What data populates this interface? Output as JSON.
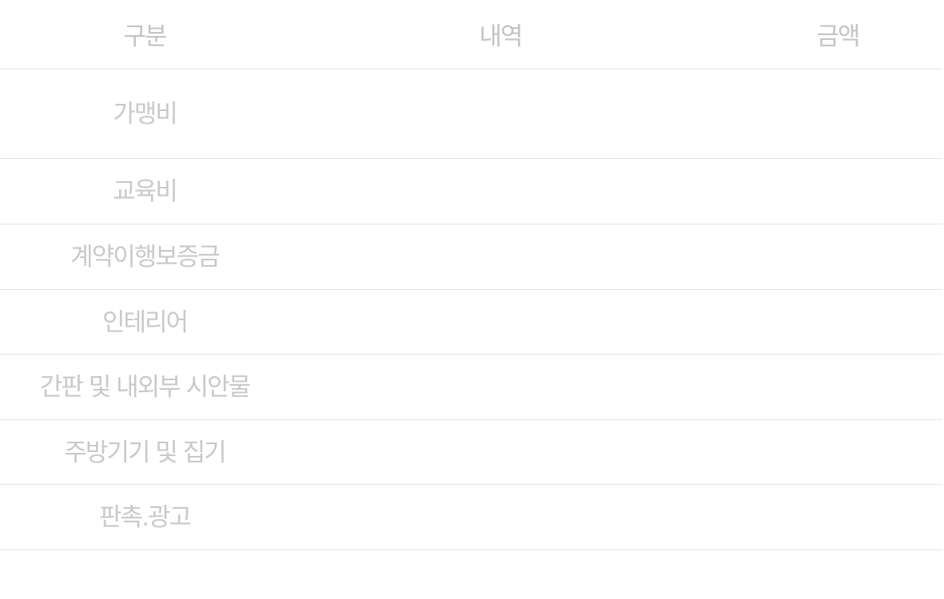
{
  "table": {
    "headers": {
      "category": "구분",
      "detail": "내역",
      "amount": "금액"
    },
    "rows": [
      {
        "category": "가맹비",
        "detail": "",
        "amount": ""
      },
      {
        "category": "교육비",
        "detail": "",
        "amount": ""
      },
      {
        "category": "계약이행보증금",
        "detail": "",
        "amount": ""
      },
      {
        "category": "인테리어",
        "detail": "",
        "amount": ""
      },
      {
        "category": "간판 및 내외부 시안물",
        "detail": "",
        "amount": ""
      },
      {
        "category": "주방기기 및 집기",
        "detail": "",
        "amount": ""
      },
      {
        "category": "판촉.광고",
        "detail": "",
        "amount": ""
      }
    ]
  }
}
